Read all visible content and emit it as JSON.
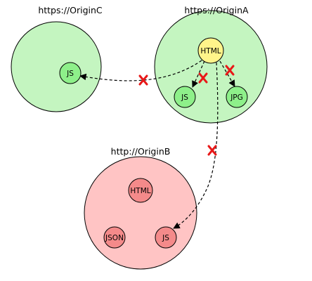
{
  "colors": {
    "secure_origin_fill": "#c4f5c0",
    "insecure_origin_fill": "#ffc4c4",
    "html_node_fill": "#fff48a",
    "secure_node_fill": "#8ef08a",
    "insecure_node_fill": "#f48a8a",
    "blocked_mark": "#e81818",
    "stroke": "#000000"
  },
  "origins": {
    "origin_c": {
      "label": "https://OriginC",
      "secure": true
    },
    "origin_a": {
      "label": "https://OriginA",
      "secure": true
    },
    "origin_b": {
      "label": "http://OriginB",
      "secure": false
    }
  },
  "nodes": {
    "origin_c_js": {
      "label": "JS"
    },
    "origin_a_html": {
      "label": "HTML"
    },
    "origin_a_js": {
      "label": "JS"
    },
    "origin_a_jpg": {
      "label": "JPG"
    },
    "origin_b_html": {
      "label": "HTML"
    },
    "origin_b_json": {
      "label": "JSON"
    },
    "origin_b_js": {
      "label": "JS"
    }
  },
  "connections": [
    {
      "from": "origin_a_html",
      "to": "origin_c_js",
      "blocked": true
    },
    {
      "from": "origin_a_html",
      "to": "origin_a_js",
      "blocked": true
    },
    {
      "from": "origin_a_html",
      "to": "origin_a_jpg",
      "blocked": true
    },
    {
      "from": "origin_a_html",
      "to": "origin_b_js",
      "blocked": true
    }
  ],
  "icons": {
    "blocked": "red-x-icon",
    "arrowhead": "arrowhead-icon"
  }
}
